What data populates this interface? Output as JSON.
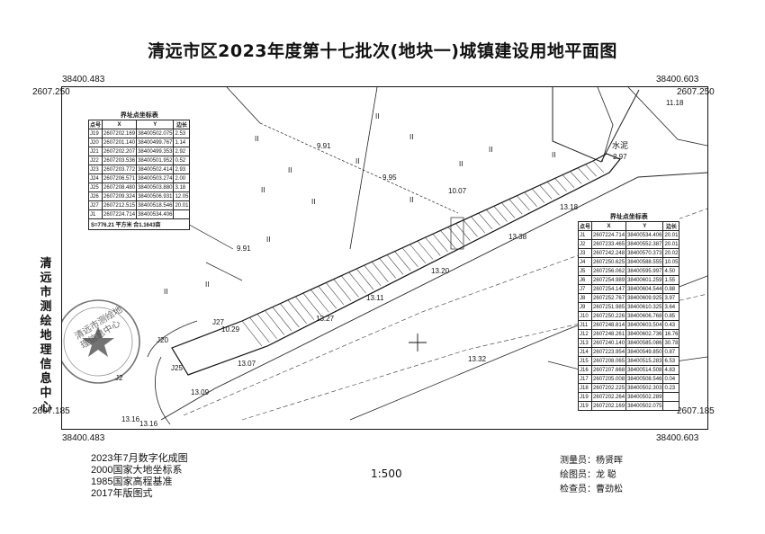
{
  "title": "清远市区2023年度第十七批次(地块一)城镇建设用地平面图",
  "frame_coords": {
    "top_left_x": "38400.483",
    "top_right_x": "38400.603",
    "top_left_y": "2607.250",
    "top_right_y": "2607.250",
    "bottom_left_y": "2607.185",
    "bottom_right_y": "2607.185",
    "bottom_left_x": "38400.483",
    "bottom_right_x": "38400.603"
  },
  "side_text": "清远市测绘地理信息中心",
  "footer_left": [
    "2023年7月数字化成图",
    "2000国家大地坐标系",
    "1985国家高程基准",
    "2017年版图式"
  ],
  "scale": "1:500",
  "footer_right": {
    "surveyor": "测量员：杨贤晖",
    "drafter": "绘图员：龙  聪",
    "checker": "检查员：曹劲松"
  },
  "table_left": {
    "title": "界址点坐标表",
    "headers": [
      "点号",
      "X",
      "Y",
      "边长"
    ],
    "rows": [
      [
        "J19",
        "2607202.169",
        "38400502.075",
        "2.53"
      ],
      [
        "J20",
        "2607201.140",
        "38400499.767",
        "1.14"
      ],
      [
        "J21",
        "2607202.207",
        "38400499.353",
        "2.92"
      ],
      [
        "J22",
        "2607203.536",
        "38400501.952",
        "0.52"
      ],
      [
        "J23",
        "2607203.772",
        "38400502.414",
        "2.93"
      ],
      [
        "J24",
        "2607206.571",
        "38400503.274",
        "2.00"
      ],
      [
        "J25",
        "2607208.480",
        "38400503.880",
        "3.18"
      ],
      [
        "J26",
        "2607209.324",
        "38400506.931",
        "12.05"
      ],
      [
        "J27",
        "2607212.515",
        "38400518.546",
        "20.01"
      ],
      [
        "J1",
        "2607224.714",
        "38400534.406",
        ""
      ]
    ],
    "area": "S=776.21 平方米 合1.1643亩"
  },
  "table_right": {
    "title": "界址点坐标表",
    "headers": [
      "点号",
      "X",
      "Y",
      "边长"
    ],
    "rows": [
      [
        "J1",
        "2607224.714",
        "38400534.406",
        "20.01"
      ],
      [
        "J2",
        "2607233.465",
        "38400552.387",
        "20.01"
      ],
      [
        "J3",
        "2607242.248",
        "38400570.373",
        "20.02"
      ],
      [
        "J4",
        "2607250.625",
        "38400588.555",
        "10.05"
      ],
      [
        "J5",
        "2607256.062",
        "38400595.997",
        "4.50"
      ],
      [
        "J6",
        "2607254.989",
        "38400601.259",
        "1.55"
      ],
      [
        "J7",
        "2607254.147",
        "38400604.544",
        "0.88"
      ],
      [
        "J8",
        "2607252.767",
        "38400609.925",
        "3.97"
      ],
      [
        "J9",
        "2607251.985",
        "38400610.325",
        "3.64"
      ],
      [
        "J10",
        "2607250.226",
        "38400606.768",
        "0.85"
      ],
      [
        "J11",
        "2607248.814",
        "38400603.504",
        "0.43"
      ],
      [
        "J12",
        "2607248.261",
        "38400602.736",
        "16.76"
      ],
      [
        "J13",
        "2607240.140",
        "38400585.086",
        "30.78"
      ],
      [
        "J14",
        "2607223.954",
        "38400549.850",
        "0.87"
      ],
      [
        "J15",
        "2607208.065",
        "38400515.283",
        "6.53"
      ],
      [
        "J16",
        "2607207.668",
        "38400514.508",
        "4.83"
      ],
      [
        "J17",
        "2607205.008",
        "38400508.546",
        "0.04"
      ],
      [
        "J18",
        "2607202.225",
        "38400502.303",
        "0.23"
      ],
      [
        "J19",
        "2607202.264",
        "38400502.289",
        ""
      ],
      [
        "J19",
        "2607202.169",
        "38400502.075",
        ""
      ]
    ]
  },
  "map_labels": {
    "elev": [
      "9.91",
      "9.95",
      "10.07",
      "13.18",
      "13.38",
      "13.20",
      "13.11",
      "13.27",
      "13.07",
      "13.09",
      "13.32",
      "11.18",
      "2.97",
      "9.91",
      "10.29",
      "13.16",
      "13.16"
    ],
    "cement": "水泥",
    "points": [
      "J27",
      "J20",
      "J25",
      "J2"
    ],
    "veg": "II",
    "seal_text": "清远市测绘地理信息中心"
  }
}
